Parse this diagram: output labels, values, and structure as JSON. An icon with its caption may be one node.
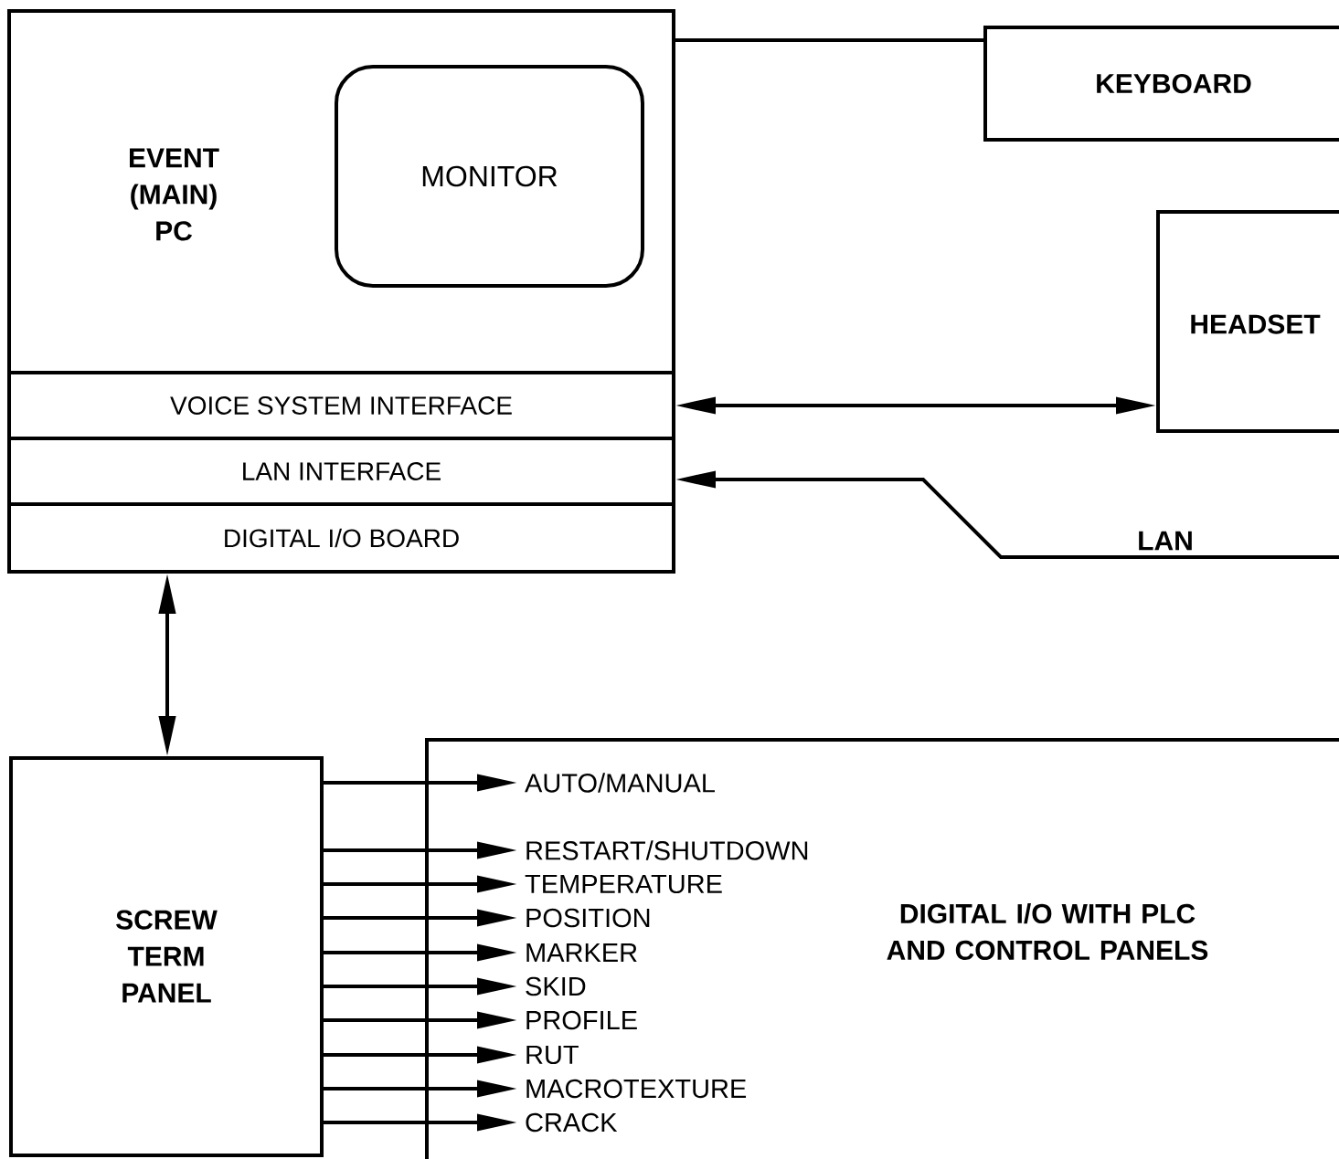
{
  "diagram": {
    "nodes": [
      {
        "text": [
          "EVENT (MAIN) PC"
        ]
      },
      {
        "text": [
          "MONITOR"
        ],
        "in": 0
      },
      {
        "text": [
          "VOICE SYSTEM INTERFACE"
        ],
        "in": 0
      },
      {
        "text": [
          "LAN INTERFACE"
        ],
        "in": 0
      },
      {
        "text": [
          "DIGITAL I/O BOARD"
        ],
        "in": 0
      },
      {
        "text": [
          "KEYBOARD"
        ]
      },
      {
        "text": [
          "HEADSET"
        ]
      },
      {
        "text": [
          "SCREW TERM PANEL"
        ]
      },
      {
        "text": [
          "DIGITAL I/O WITH PLC AND CONTROL PANELS"
        ]
      },
      {
        "text": [
          "AUTO/MANUAL"
        ],
        "in": 8
      },
      {
        "text": [
          "RESTART/SHUTDOWN"
        ],
        "in": 8
      },
      {
        "text": [
          "TEMPERATURE"
        ],
        "in": 8
      },
      {
        "text": [
          "POSITION"
        ],
        "in": 8
      },
      {
        "text": [
          "MARKER"
        ],
        "in": 8
      },
      {
        "text": [
          "SKID"
        ],
        "in": 8
      },
      {
        "text": [
          "PROFILE"
        ],
        "in": 8
      },
      {
        "text": [
          "RUT"
        ],
        "in": 8
      },
      {
        "text": [
          "MACROTEXTURE"
        ],
        "in": 8
      },
      {
        "text": [
          "CRACK"
        ],
        "in": 8
      }
    ],
    "edges": [
      {
        "from": 0,
        "to": 5,
        "arrow": "none"
      },
      {
        "from": 2,
        "to": 6,
        "arrow": "both"
      },
      {
        "from": null,
        "to": 3,
        "arrow": "to",
        "label": "LAN"
      },
      {
        "from": 4,
        "to": 7,
        "arrow": "both"
      },
      {
        "from": 7,
        "to": 9,
        "arrow": "to"
      },
      {
        "from": 7,
        "to": 10,
        "arrow": "to"
      },
      {
        "from": 7,
        "to": 11,
        "arrow": "to"
      },
      {
        "from": 7,
        "to": 12,
        "arrow": "to"
      },
      {
        "from": 7,
        "to": 13,
        "arrow": "to"
      },
      {
        "from": 7,
        "to": 14,
        "arrow": "to"
      },
      {
        "from": 7,
        "to": 15,
        "arrow": "to"
      },
      {
        "from": 7,
        "to": 16,
        "arrow": "to"
      },
      {
        "from": 7,
        "to": 17,
        "arrow": "to"
      },
      {
        "from": 7,
        "to": 18,
        "arrow": "to"
      }
    ]
  }
}
